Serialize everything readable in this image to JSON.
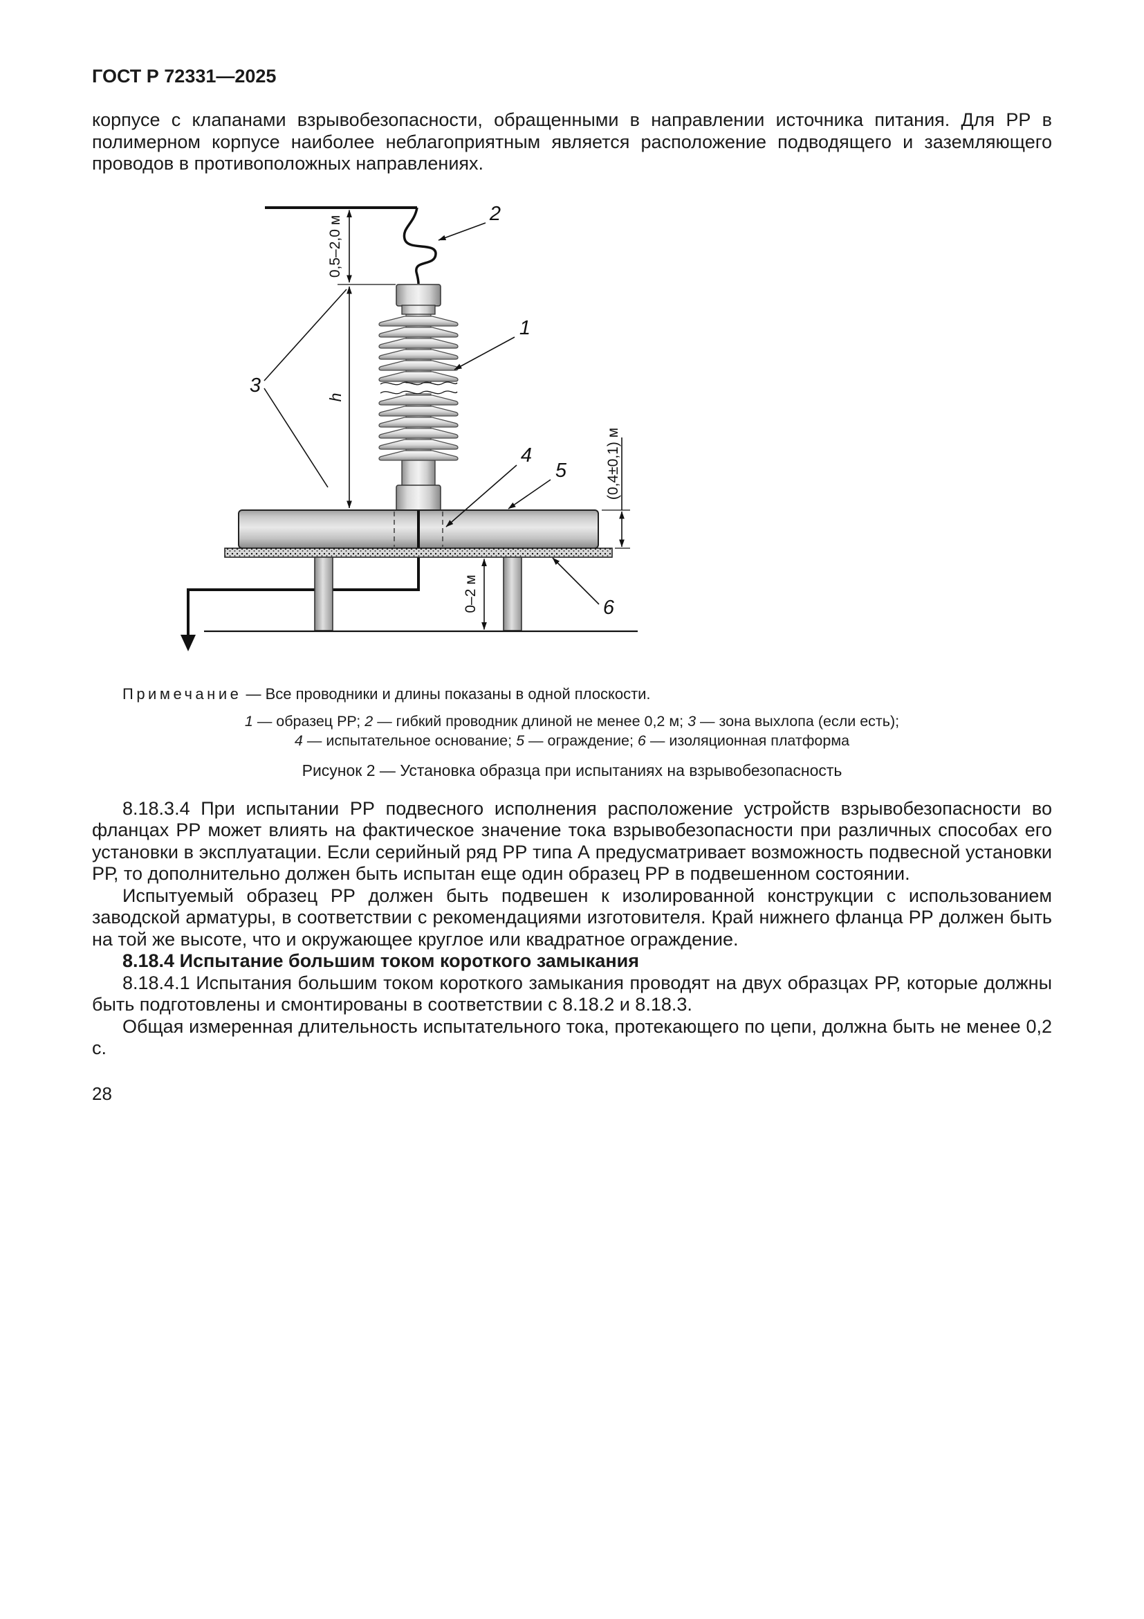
{
  "page": {
    "header": "ГОСТ Р 72331—2025",
    "number": "28"
  },
  "intro": "корпусе с клапанами взрывобезопасности, обращенными в направлении источника питания. Для РР в полимерном корпусе наиболее неблагоприятным является расположение подводящего и заземляющего проводов в противоположных направлениях.",
  "figure": {
    "dims": {
      "wire_length": "0,5–2,0 м",
      "height": "h",
      "base_height": "(0,4±0,1) м",
      "platform_height": "0–2 м"
    },
    "callouts": {
      "c1": "1",
      "c2": "2",
      "c3": "3",
      "c4": "4",
      "c5": "5",
      "c6": "6"
    },
    "note_label": "Примечание",
    "note_text": " — Все проводники и длины показаны в одной плоскости.",
    "legend": [
      {
        "num": "1",
        "text": " — образец РР; "
      },
      {
        "num": "2",
        "text": " — гибкий проводник длиной не менее 0,2 м; "
      },
      {
        "num": "3",
        "text": " — зона выхлопа (если есть);"
      },
      {
        "num": "4",
        "text": " — испытательное основание; "
      },
      {
        "num": "5",
        "text": " — ограждение; "
      },
      {
        "num": "6",
        "text": " — изоляционная платформа"
      }
    ],
    "caption": "Рисунок 2 — Установка образца при испытаниях на взрывобезопасность"
  },
  "body": {
    "p1": "8.18.3.4 При испытании РР подвесного исполнения расположение устройств взрывобезопасности во фланцах РР может влиять на фактическое значение тока взрывобезопасности при различных способах его установки в эксплуатации. Если серийный ряд РР типа А предусматривает возможность подвесной установки РР, то дополнительно должен быть испытан еще один образец РР в подвешенном состоянии.",
    "p2": "Испытуемый образец РР должен быть подвешен к изолированной конструкции с использованием заводской арматуры, в соответствии с рекомендациями изготовителя. Край нижнего фланца РР должен быть на той же высоте, что и окружающее круглое или квадратное ограждение.",
    "h1": "8.18.4 Испытание большим током короткого замыкания",
    "p3": "8.18.4.1 Испытания большим током короткого замыкания проводят на двух образцах РР, которые должны быть подготовлены и смонтированы в соответствии с 8.18.2 и 8.18.3.",
    "p4": "Общая измеренная длительность испытательного тока, протекающего по цепи, должна быть не менее 0,2 с."
  }
}
